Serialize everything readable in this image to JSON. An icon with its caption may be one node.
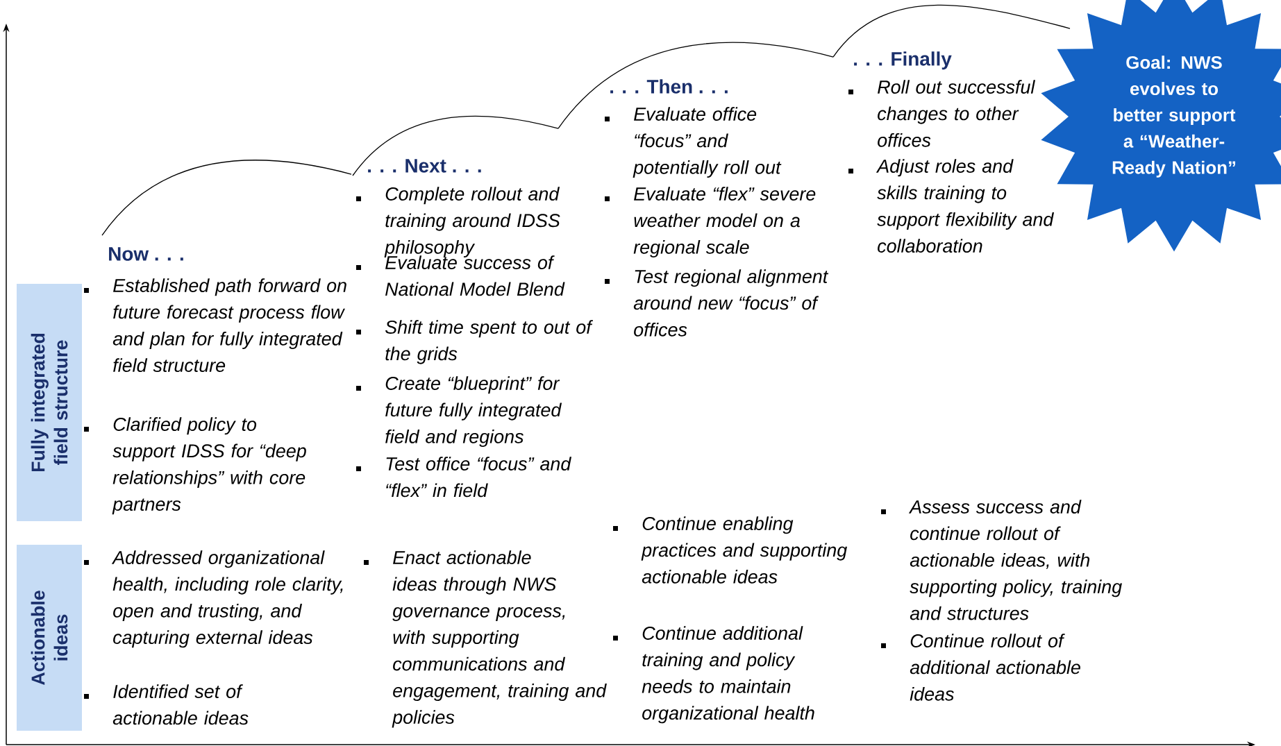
{
  "diagram": {
    "nodes": [
      {
        "text": [
          "Goal: NWS evolves to better support a “Weather-Ready Nation”"
        ]
      },
      {
        "text": [
          "Fully integrated field structure"
        ]
      },
      {
        "text": [
          "Actionable ideas"
        ]
      }
    ],
    "labels": [
      "Now . . .",
      ". . . Next . . .",
      ". . . Then . . .",
      ". . . Finally",
      "Established path forward on future forecast process flow and plan for fully integrated field structure",
      "Clarified policy to support IDSS for “deep relationships” with core partners",
      "Addressed organizational health, including role clarity, open and trusting, and capturing external ideas",
      "Identified set of actionable ideas",
      "Complete rollout and training around IDSS philosophy",
      "Evaluate success of National Model Blend",
      "Shift time spent to out of the grids",
      "Create “blueprint” for future fully integrated field and regions",
      "Test office “focus” and “flex” in field",
      "Enact actionable ideas through NWS governance process, with supporting communications and engagement, training and policies",
      "Evaluate office “focus” and potentially roll out",
      "Evaluate “flex” severe weather model on a regional scale",
      "Test regional alignment around new “focus” of offices",
      "Continue enabling practices and supporting actionable ideas",
      "Continue additional training and policy needs to maintain organizational health",
      "Roll out successful changes to other offices",
      "Adjust roles and skills training to support flexibility and collaboration",
      "Assess success and continue rollout of actionable ideas, with supporting policy, training and structures",
      "Continue rollout of additional actionable ideas"
    ]
  }
}
